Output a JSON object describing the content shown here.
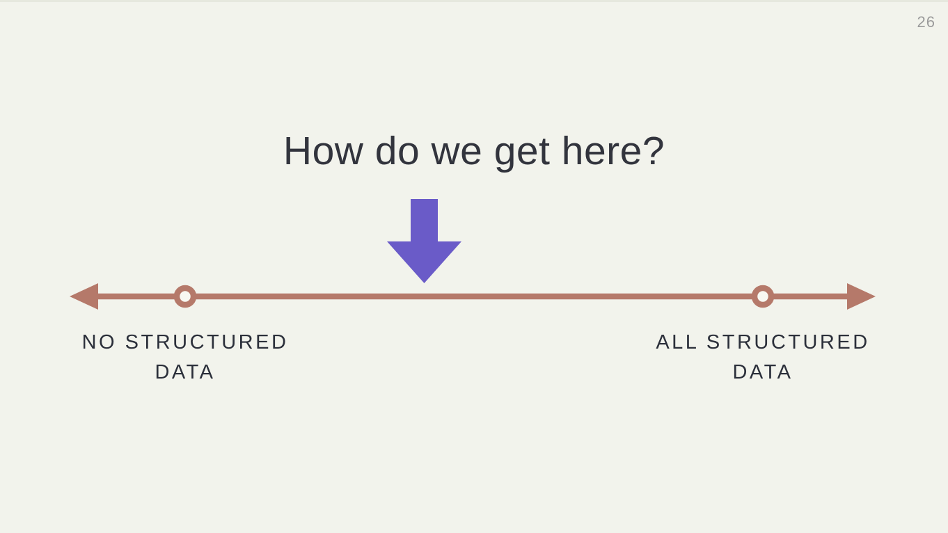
{
  "slide": {
    "page_number": "26",
    "title": "How do we get here?"
  },
  "spectrum": {
    "left_label": {
      "lines": [
        "NO STRUCTURED",
        "DATA"
      ]
    },
    "right_label": {
      "lines": [
        "ALL STRUCTURED",
        "DATA"
      ]
    }
  },
  "icons": {
    "down_arrow": "solid purple block arrow pointing down",
    "left_arrowhead": "solid triangle pointing left",
    "right_arrowhead": "solid triangle pointing right",
    "marker_dot": "donut ring marker on spectrum line"
  },
  "colors": {
    "background": "#F2F3EC",
    "top_edge": "#E6E8DE",
    "title_text": "#32343D",
    "label_text": "#2B2F3A",
    "page_number": "#9B9B9B",
    "arrow_purple": "#6A5BC8",
    "spectrum": "#B5796A",
    "dot_fill": "#F8F8F2"
  }
}
